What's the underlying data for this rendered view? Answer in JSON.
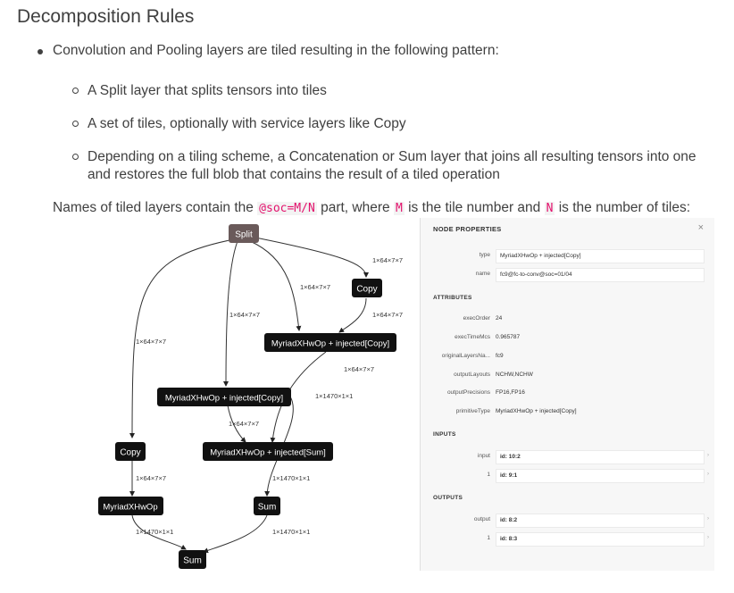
{
  "page": {
    "title": "Decomposition Rules",
    "bullet1": "Convolution and Pooling layers are tiled resulting in the following pattern:",
    "sub_bullets": [
      "A Split layer that splits tensors into tiles",
      "A set of tiles, optionally with service layers like Copy",
      "Depending on a tiling scheme, a Concatenation or Sum layer that joins all resulting tensors into one and restores the full blob that contains the result of a tiled operation"
    ],
    "para_prefix": "Names of tiled layers contain the ",
    "para_code1": "@soc=M/N",
    "para_mid1": " part, where ",
    "para_code2": "M",
    "para_mid2": " is the tile number and ",
    "para_code3": "N",
    "para_suffix": " is the number of tiles:"
  },
  "graph": {
    "nodes": {
      "split": "Split",
      "copy_top": "Copy",
      "myr_copy1": "MyriadXHwOp + injected[Copy]",
      "myr_copy2": "MyriadXHwOp + injected[Copy]",
      "copy_left": "Copy",
      "myr_sum": "MyriadXHwOp + injected[Sum]",
      "myr": "MyriadXHwOp",
      "sum_mid": "Sum",
      "sum_bottom": "Sum"
    },
    "edges": {
      "e1": "1×64×7×7",
      "e2": "1×64×7×7",
      "e3": "1×64×7×7",
      "e4": "1×64×7×7",
      "e5": "1×64×7×7",
      "e6": "1×64×7×7",
      "e7": "1×1470×1×1",
      "e8": "1×64×7×7",
      "e9": "1×64×7×7",
      "e10": "1×1470×1×1",
      "e11": "1×1470×1×1",
      "e12": "1×1470×1×1"
    }
  },
  "panel": {
    "header": "NODE PROPERTIES",
    "close": "×",
    "props": [
      {
        "key": "type",
        "value": "MyriadXHwOp + injected[Copy]"
      },
      {
        "key": "name",
        "value": "fc9@fc-to-conv@soc=01/04"
      }
    ],
    "attributes_label": "ATTRIBUTES",
    "attributes": [
      {
        "key": "execOrder",
        "value": "24"
      },
      {
        "key": "execTimeMcs",
        "value": "0.965787"
      },
      {
        "key": "originalLayersNa...",
        "value": "fc9"
      },
      {
        "key": "outputLayouts",
        "value": "NCHW,NCHW"
      },
      {
        "key": "outputPrecisions",
        "value": "FP16,FP16"
      },
      {
        "key": "primitiveType",
        "value": "MyriadXHwOp + injected[Copy]"
      }
    ],
    "inputs_label": "INPUTS",
    "inputs": [
      {
        "key": "input",
        "value": "id: 10:2"
      },
      {
        "key": "1",
        "value": "id: 9:1"
      }
    ],
    "outputs_label": "OUTPUTS",
    "outputs": [
      {
        "key": "output",
        "value": "id: 8:2"
      },
      {
        "key": "1",
        "value": "id: 8:3"
      }
    ]
  }
}
